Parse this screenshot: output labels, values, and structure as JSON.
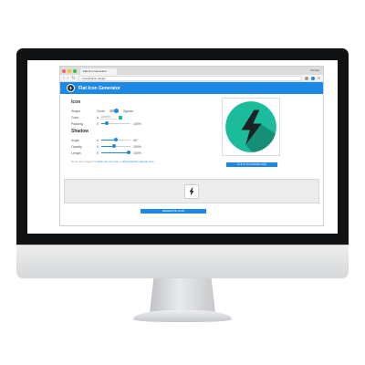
{
  "browser": {
    "tab_title": "Flat Icon Generator",
    "user_label": "Dimitar",
    "url": "www.flaticon.design",
    "traffic_light_colors": [
      "#ff5f57",
      "#febc2e",
      "#28c840"
    ],
    "nav_icons": [
      "back-icon",
      "forward-icon",
      "reload-icon"
    ]
  },
  "app": {
    "title": "Flat Icon Generator",
    "accent": "#1e88e5",
    "logo_icon": "bolt-icon"
  },
  "icon_section": {
    "heading": "Icon",
    "shape_label": "Shape",
    "shape_option_left": "Circle",
    "shape_option_right": "Square",
    "color_label": "Color",
    "color_hash": "#",
    "color_value": "1abc9c",
    "color_swatch": "#1abc9c",
    "padding_label": "Padding",
    "padding_min": "0",
    "padding_max": "100%",
    "padding_value": 0.2
  },
  "shadow_section": {
    "heading": "Shadow",
    "angle_label": "Angle",
    "angle_min": "0",
    "angle_max": "90°",
    "angle_value": 0.5,
    "opacity_label": "Opacity",
    "opacity_min": "0",
    "opacity_max": "100%",
    "opacity_value": 0.45,
    "length_label": "Length",
    "length_min": "0",
    "length_max": "100%",
    "length_value": 0.95
  },
  "tip": {
    "prefix": "Need new images?",
    "link1": "Check our icon set",
    "middle": "or",
    "link2": "download the sample icon"
  },
  "preview": {
    "icon": "bolt-icon",
    "circle_color": "#1abc9c"
  },
  "buttons": {
    "download": "CLICK TO DOWNLOAD",
    "generate": "GENERATE ICON"
  }
}
